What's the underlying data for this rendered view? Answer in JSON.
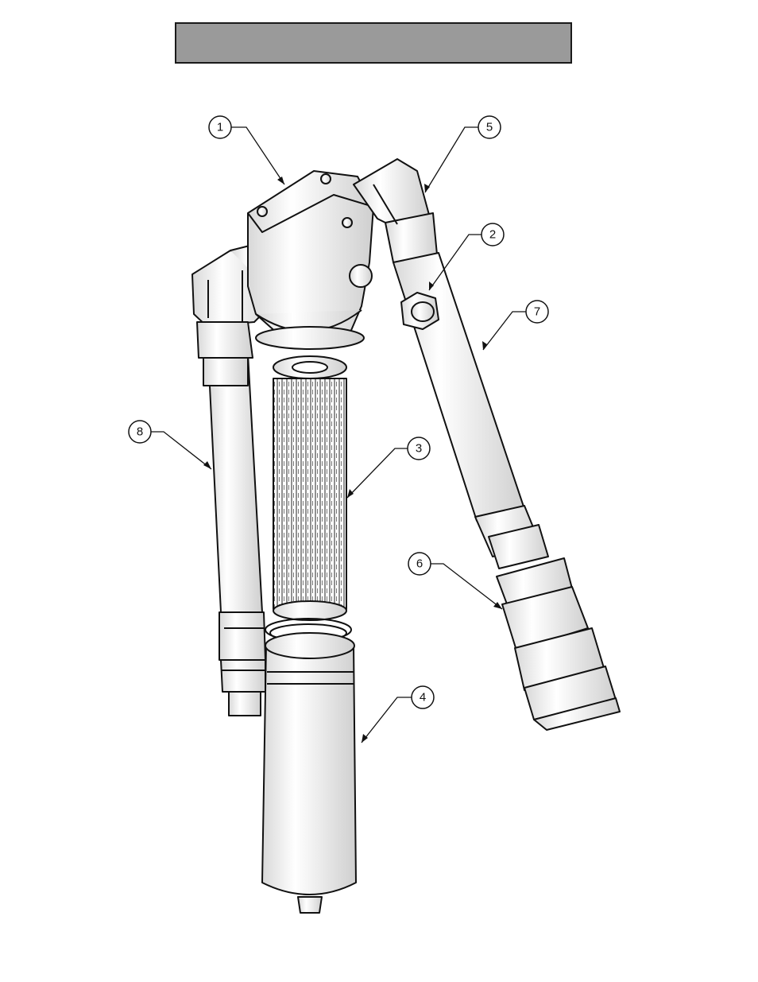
{
  "header": {
    "title": ""
  },
  "callouts": [
    {
      "number": "1"
    },
    {
      "number": "2"
    },
    {
      "number": "3"
    },
    {
      "number": "4"
    },
    {
      "number": "5"
    },
    {
      "number": "6"
    },
    {
      "number": "7"
    },
    {
      "number": "8"
    }
  ],
  "colors": {
    "stroke": "#111111",
    "header_fill": "#9a9a9a",
    "shade": "#e8e8e8"
  }
}
